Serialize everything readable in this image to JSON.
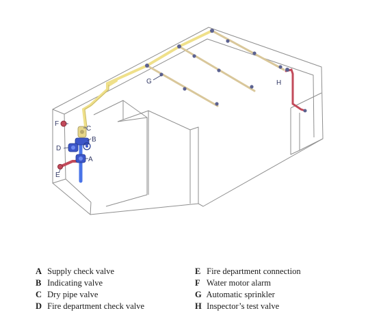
{
  "diagram": {
    "labels": {
      "a": "A",
      "b": "B",
      "c": "C",
      "d": "D",
      "e": "E",
      "f": "F",
      "g": "G",
      "h": "H"
    }
  },
  "legend": {
    "left": [
      {
        "key": "A",
        "text": "Supply check valve"
      },
      {
        "key": "B",
        "text": "Indicating valve"
      },
      {
        "key": "C",
        "text": "Dry pipe valve"
      },
      {
        "key": "D",
        "text": "Fire department check valve"
      }
    ],
    "right": [
      {
        "key": "E",
        "text": "Fire department connection"
      },
      {
        "key": "F",
        "text": "Water motor alarm"
      },
      {
        "key": "G",
        "text": "Automatic sprinkler"
      },
      {
        "key": "H",
        "text": "Inspector’s test valve"
      }
    ]
  },
  "colors": {
    "wall": "#8e8e8e",
    "yellow_pipe": "#efe08a",
    "blue_pipe": "#4a74e8",
    "red_pipe": "#c24a5a",
    "tan_pipe": "#d9c79a",
    "valve": "#3c56c8",
    "label": "#333a66"
  }
}
